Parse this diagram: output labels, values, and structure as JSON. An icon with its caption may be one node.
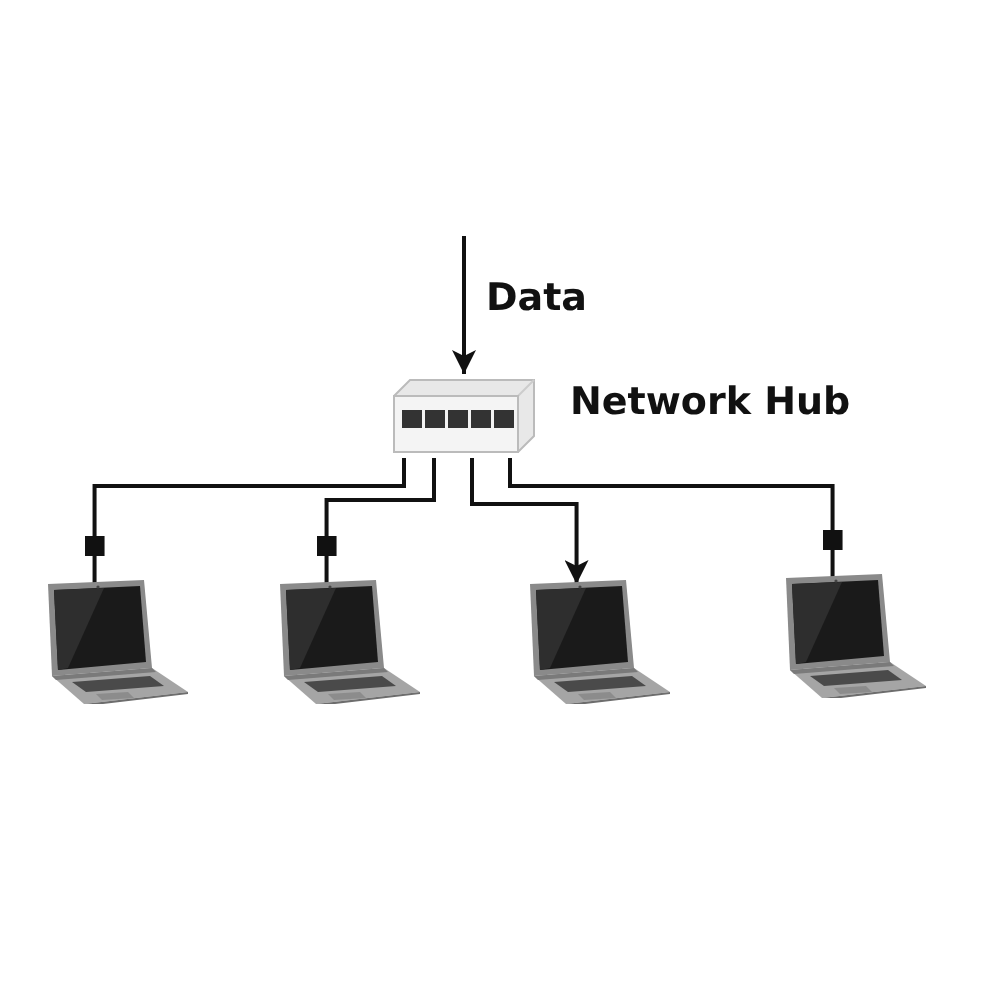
{
  "diagram": {
    "nodes": [
      {
        "text": [],
        "shape": "picture",
        "beside": [
          "Network Hub"
        ]
      },
      {
        "text": [],
        "shape": "picture"
      },
      {
        "text": [],
        "shape": "picture"
      },
      {
        "text": [],
        "shape": "picture"
      },
      {
        "text": [],
        "shape": "picture"
      }
    ],
    "edges": [
      {
        "from": null,
        "to": 0,
        "arrow": "to",
        "label": "Data"
      },
      {
        "from": 0,
        "to": 1,
        "arrow": "other"
      },
      {
        "from": 0,
        "to": 2,
        "arrow": "other"
      },
      {
        "from": 0,
        "to": 3,
        "arrow": "to"
      },
      {
        "from": 0,
        "to": 4,
        "arrow": "other"
      }
    ]
  }
}
